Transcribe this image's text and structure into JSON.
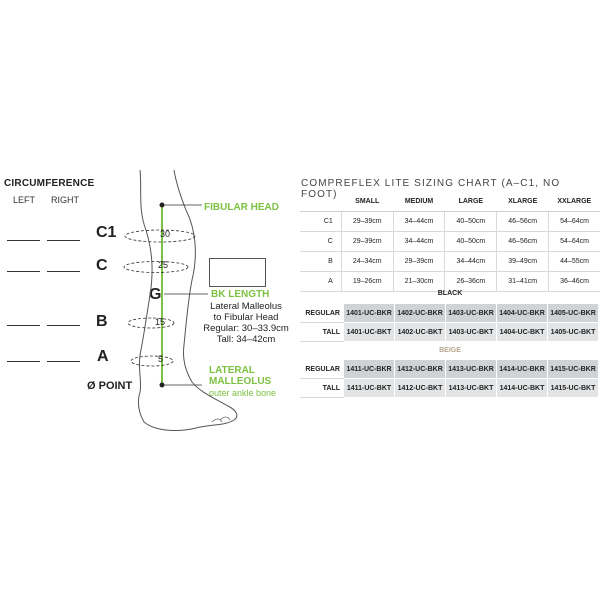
{
  "diagram": {
    "circumference_title": "CIRCUMFERENCE",
    "left_label": "LEFT",
    "right_label": "RIGHT",
    "zones": [
      "C1",
      "C",
      "G",
      "B",
      "A"
    ],
    "zero_point": "Ø POINT",
    "fibular_head": "FIBULAR HEAD",
    "bk_length": "BK LENGTH",
    "bk_desc_1": "Lateral Malleolus",
    "bk_desc_2": "to Fibular Head",
    "bk_desc_3": "Regular: 30–33.9cm",
    "bk_desc_4": "Tall: 34–42cm",
    "lateral_1": "LATERAL",
    "lateral_2": "MALLEOLUS",
    "outer_ankle": "outer ankle bone",
    "ruler_marks": [
      "30",
      "25",
      "15",
      "5"
    ],
    "accent_color": "#7dc142"
  },
  "chart": {
    "title": "COMPREFLEX LITE SIZING CHART (A–C1, NO FOOT)",
    "columns": [
      "SMALL",
      "MEDIUM",
      "LARGE",
      "XLARGE",
      "XXLARGE"
    ],
    "rows": [
      {
        "label": "C1",
        "values": [
          "29–39cm",
          "34–44cm",
          "40–50cm",
          "46–56cm",
          "54–64cm"
        ]
      },
      {
        "label": "C",
        "values": [
          "29–39cm",
          "34–44cm",
          "40–50cm",
          "46–56cm",
          "54–64cm"
        ]
      },
      {
        "label": "B",
        "values": [
          "24–34cm",
          "29–39cm",
          "34–44cm",
          "39–49cm",
          "44–55cm"
        ]
      },
      {
        "label": "A",
        "values": [
          "19–26cm",
          "21–30cm",
          "26–36cm",
          "31–41cm",
          "36–46cm"
        ]
      }
    ],
    "black": {
      "title": "BLACK",
      "rows": [
        {
          "label": "REGULAR",
          "codes": [
            "1401-UC-BKR",
            "1402-UC-BKR",
            "1403-UC-BKR",
            "1404-UC-BKR",
            "1405-UC-BKR"
          ]
        },
        {
          "label": "TALL",
          "codes": [
            "1401-UC-BKT",
            "1402-UC-BKT",
            "1403-UC-BKT",
            "1404-UC-BKT",
            "1405-UC-BKT"
          ]
        }
      ]
    },
    "beige": {
      "title": "BEIGE",
      "rows": [
        {
          "label": "REGULAR",
          "codes": [
            "1411-UC-BKR",
            "1412-UC-BKR",
            "1413-UC-BKR",
            "1414-UC-BKR",
            "1415-UC-BKR"
          ]
        },
        {
          "label": "TALL",
          "codes": [
            "1411-UC-BKT",
            "1412-UC-BKT",
            "1413-UC-BKT",
            "1414-UC-BKT",
            "1415-UC-BKT"
          ]
        }
      ]
    }
  }
}
